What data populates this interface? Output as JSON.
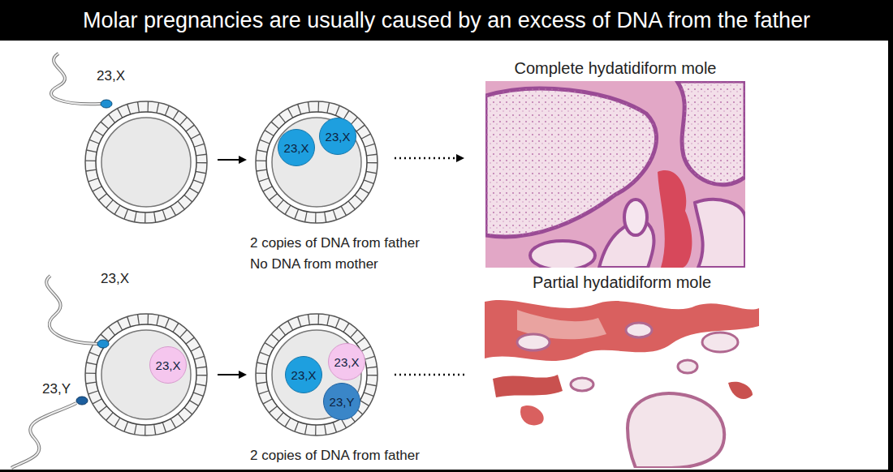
{
  "diagram": {
    "title": "Molar pregnancies are usually caused by an excess of DNA from the father",
    "nodes": [
      {
        "text": [
          "23,X"
        ]
      },
      {
        "text": [
          "23,X"
        ]
      },
      {
        "text": [
          "Complete hydatidiform mole"
        ]
      },
      {
        "text": [
          "23,X"
        ]
      },
      {
        "text": [
          "23,X"
        ]
      },
      {
        "text": [
          "23,X"
        ]
      },
      {
        "text": [
          "23,Y"
        ]
      },
      {
        "text": [
          "Partial hydatidiform mole"
        ]
      }
    ],
    "labels": [
      "23,X",
      "2 copies of DNA from father",
      "No DNA from mother",
      "23,X",
      "23,Y",
      "2 copies of DNA from father"
    ]
  }
}
